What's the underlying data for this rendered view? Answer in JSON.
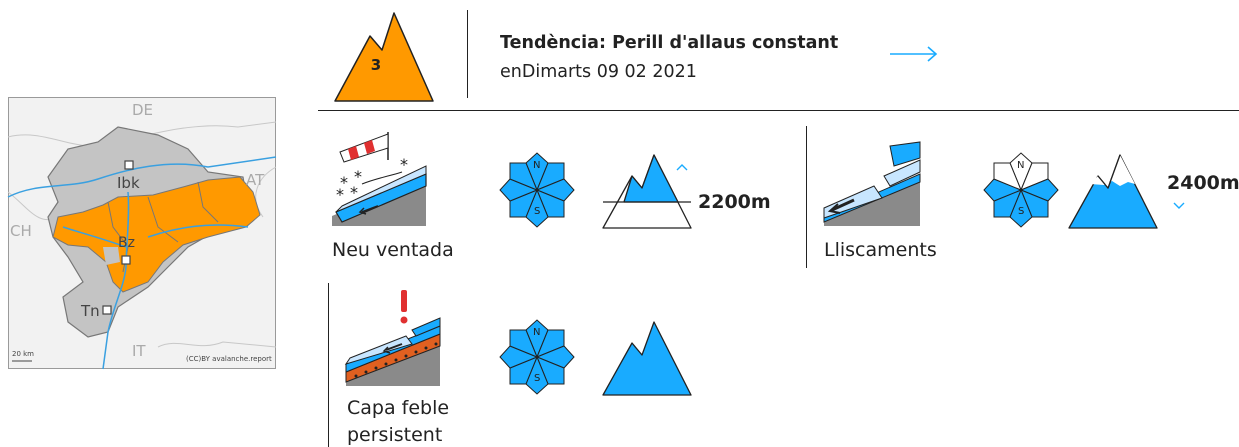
{
  "header": {
    "danger_level": "3",
    "tendency_title": "Tendència: Perill d'allaus constant",
    "tendency_date": "enDimarts 09 02 2021",
    "tendency_icon": "arrow-right-icon"
  },
  "map": {
    "labels": {
      "de": "DE",
      "at": "AT",
      "ch": "CH",
      "it": "IT",
      "ibk": "Ibk",
      "bz": "Bz",
      "tn": "Tn"
    },
    "scale": "20 km",
    "credit": "(CC)BY avalanche.report"
  },
  "problems": [
    {
      "name": "Neu ventada",
      "icon": "wind-slab-icon",
      "elevation": "2200m",
      "elevation_dir": "above"
    },
    {
      "name": "Lliscaments",
      "icon": "gliding-snow-icon",
      "elevation": "2400m",
      "elevation_dir": "below"
    },
    {
      "name1": "Capa feble",
      "name2": "persistent",
      "icon": "persistent-weak-layer-icon",
      "elevation": ""
    }
  ],
  "aspect_labels": {
    "n": "N",
    "s": "S"
  },
  "colors": {
    "danger3": "#ff9900",
    "problem_blue": "#19abff",
    "line": "#222222"
  }
}
